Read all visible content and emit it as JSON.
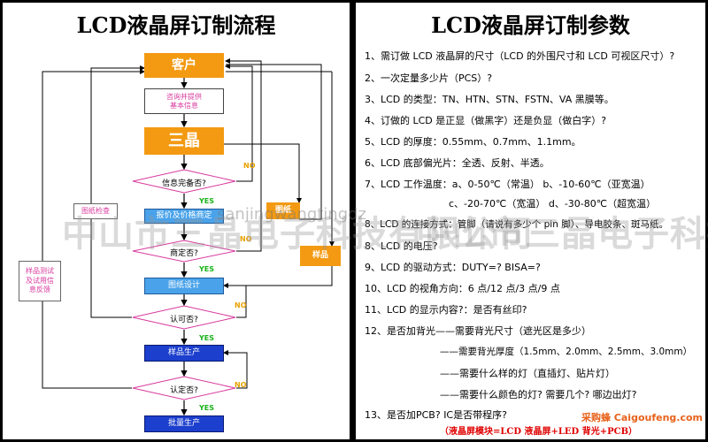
{
  "left": {
    "title": "LCD液晶屏订制流程",
    "customer": "客户",
    "consult": "咨询并提供\n基本信息",
    "sanjing": "三晶",
    "info_complete": "信息完备否?",
    "quote": "报价及价格商定",
    "negotiated": "商定否?",
    "drawing_design": "图纸设计",
    "approved": "认可否?",
    "sample_production": "样品生产",
    "confirmed": "认定否?",
    "mass_production": "批量生产",
    "drawing": "图纸",
    "sample": "样品",
    "drawing_check": "图纸检查",
    "sample_test": "样品测试\n及试用信\n息反馈",
    "yes": "YES",
    "no": "NO"
  },
  "right": {
    "title": "LCD液晶屏订制参数",
    "params": [
      "1、需订做 LCD 液晶屏的尺寸（LCD 的外围尺寸和 LCD 可视区尺寸）?",
      "2、一次定量多少片（PCS）?",
      "3、LCD 的类型：TN、HTN、STN、FSTN、VA 黑膜等。",
      "4、订做的 LCD 是正显（做黑字）还是负显（做白字）?",
      "5、LCD 的厚度：0.55mm、0.7mm、1.1mm。",
      "6、LCD 底部偏光片：全透、反射、半透。",
      "7、LCD 工作温度：a、0-50℃（常温）       b、-10-60℃（亚宽温）",
      "c、-20-70℃（宽温）     d、-30-80℃（超宽温）",
      "8、LCD 的连接方式：管脚（请说有多少个 pin 脚）、导电胶条、斑马纸。",
      "8、LCD 的电压?",
      "9、LCD 的驱动方式：DUTY=?   BISA=?",
      "10、LCD 的视角方向：6 点/12 点/3 点/9 点",
      "11、LCD 的显示内容?：是否有丝印?",
      "12、是否加背光——需要背光尺寸（遮光区是多少）",
      "——需要背光厚度（1.5mm、2.0mm、2.5mm、3.0mm）",
      "——需要什么样的灯（直插灯、贴片灯）",
      "——需要什么颜色的灯? 需要几个? 哪边出灯?",
      "13、是否加PCB? IC是否带程序?"
    ],
    "footer": "（液晶屏模块=LCD 液晶屏+LED 背光+PCB）"
  },
  "watermark": {
    "company": "中山市三晶电子科技有限公司",
    "url": "sanjingwangtingdz"
  },
  "site": "采购蜂 Caigoufeng.com",
  "colors": {
    "orange": "#f39a12",
    "blue": "#4aa3ea",
    "navy": "#1c3fcd",
    "pink": "#d93a9e"
  }
}
